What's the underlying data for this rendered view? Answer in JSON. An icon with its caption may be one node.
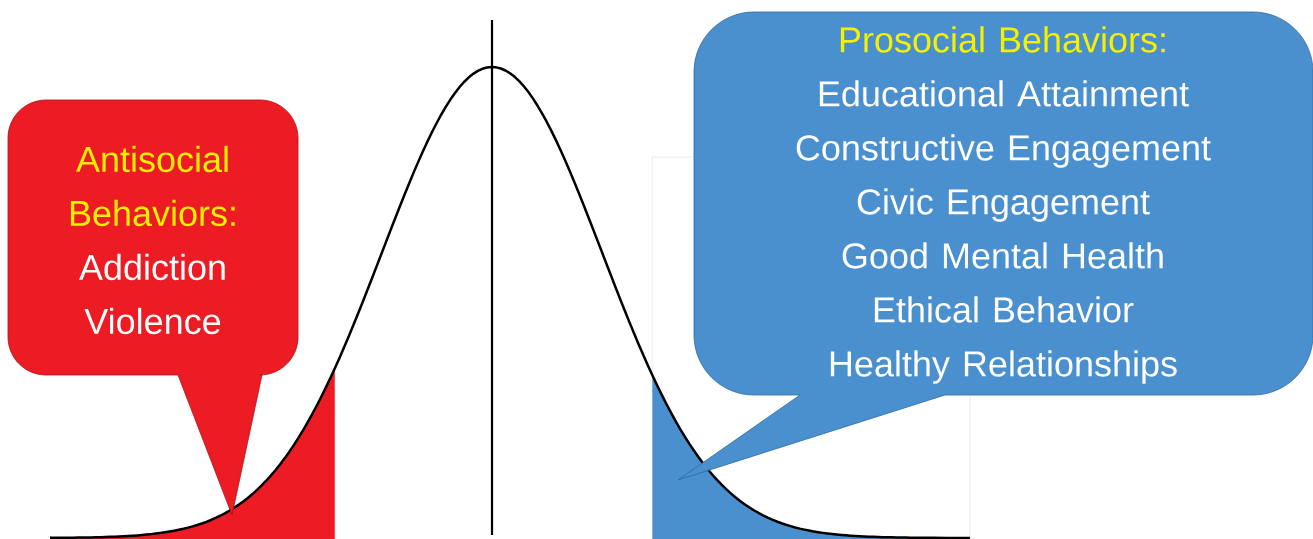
{
  "diagram": {
    "nodes": [
      {
        "text": [
          "Antisocial Behaviors:",
          "Addiction",
          "Violence"
        ]
      },
      {
        "text": [
          "Prosocial Behaviors:",
          "Educational Attainment",
          "Constructive Engagement",
          "Civic Engagement",
          "Good Mental Health",
          "Ethical Behavior",
          "Healthy Relationships"
        ]
      }
    ]
  }
}
